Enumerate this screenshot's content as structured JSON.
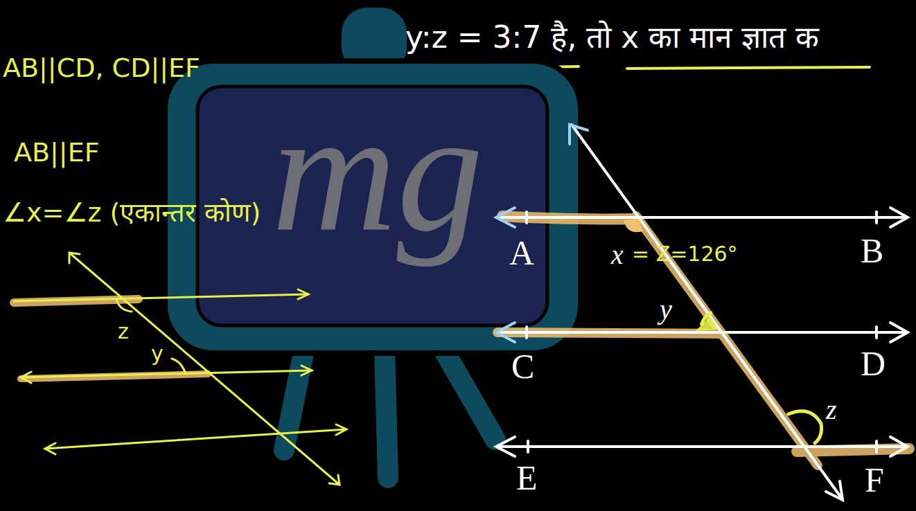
{
  "diagram": {
    "labels": [
      "y:z = 3:7 है, तो x का मान ज्ञात क",
      "AB||CD, CD||EF",
      "AB||EF",
      "∠x=∠z (एकान्तर कोण)",
      "z",
      "y",
      "mg",
      "A",
      "x",
      "= Z=126°",
      "B",
      "y",
      "C",
      "D",
      "z",
      "E",
      "F"
    ]
  }
}
